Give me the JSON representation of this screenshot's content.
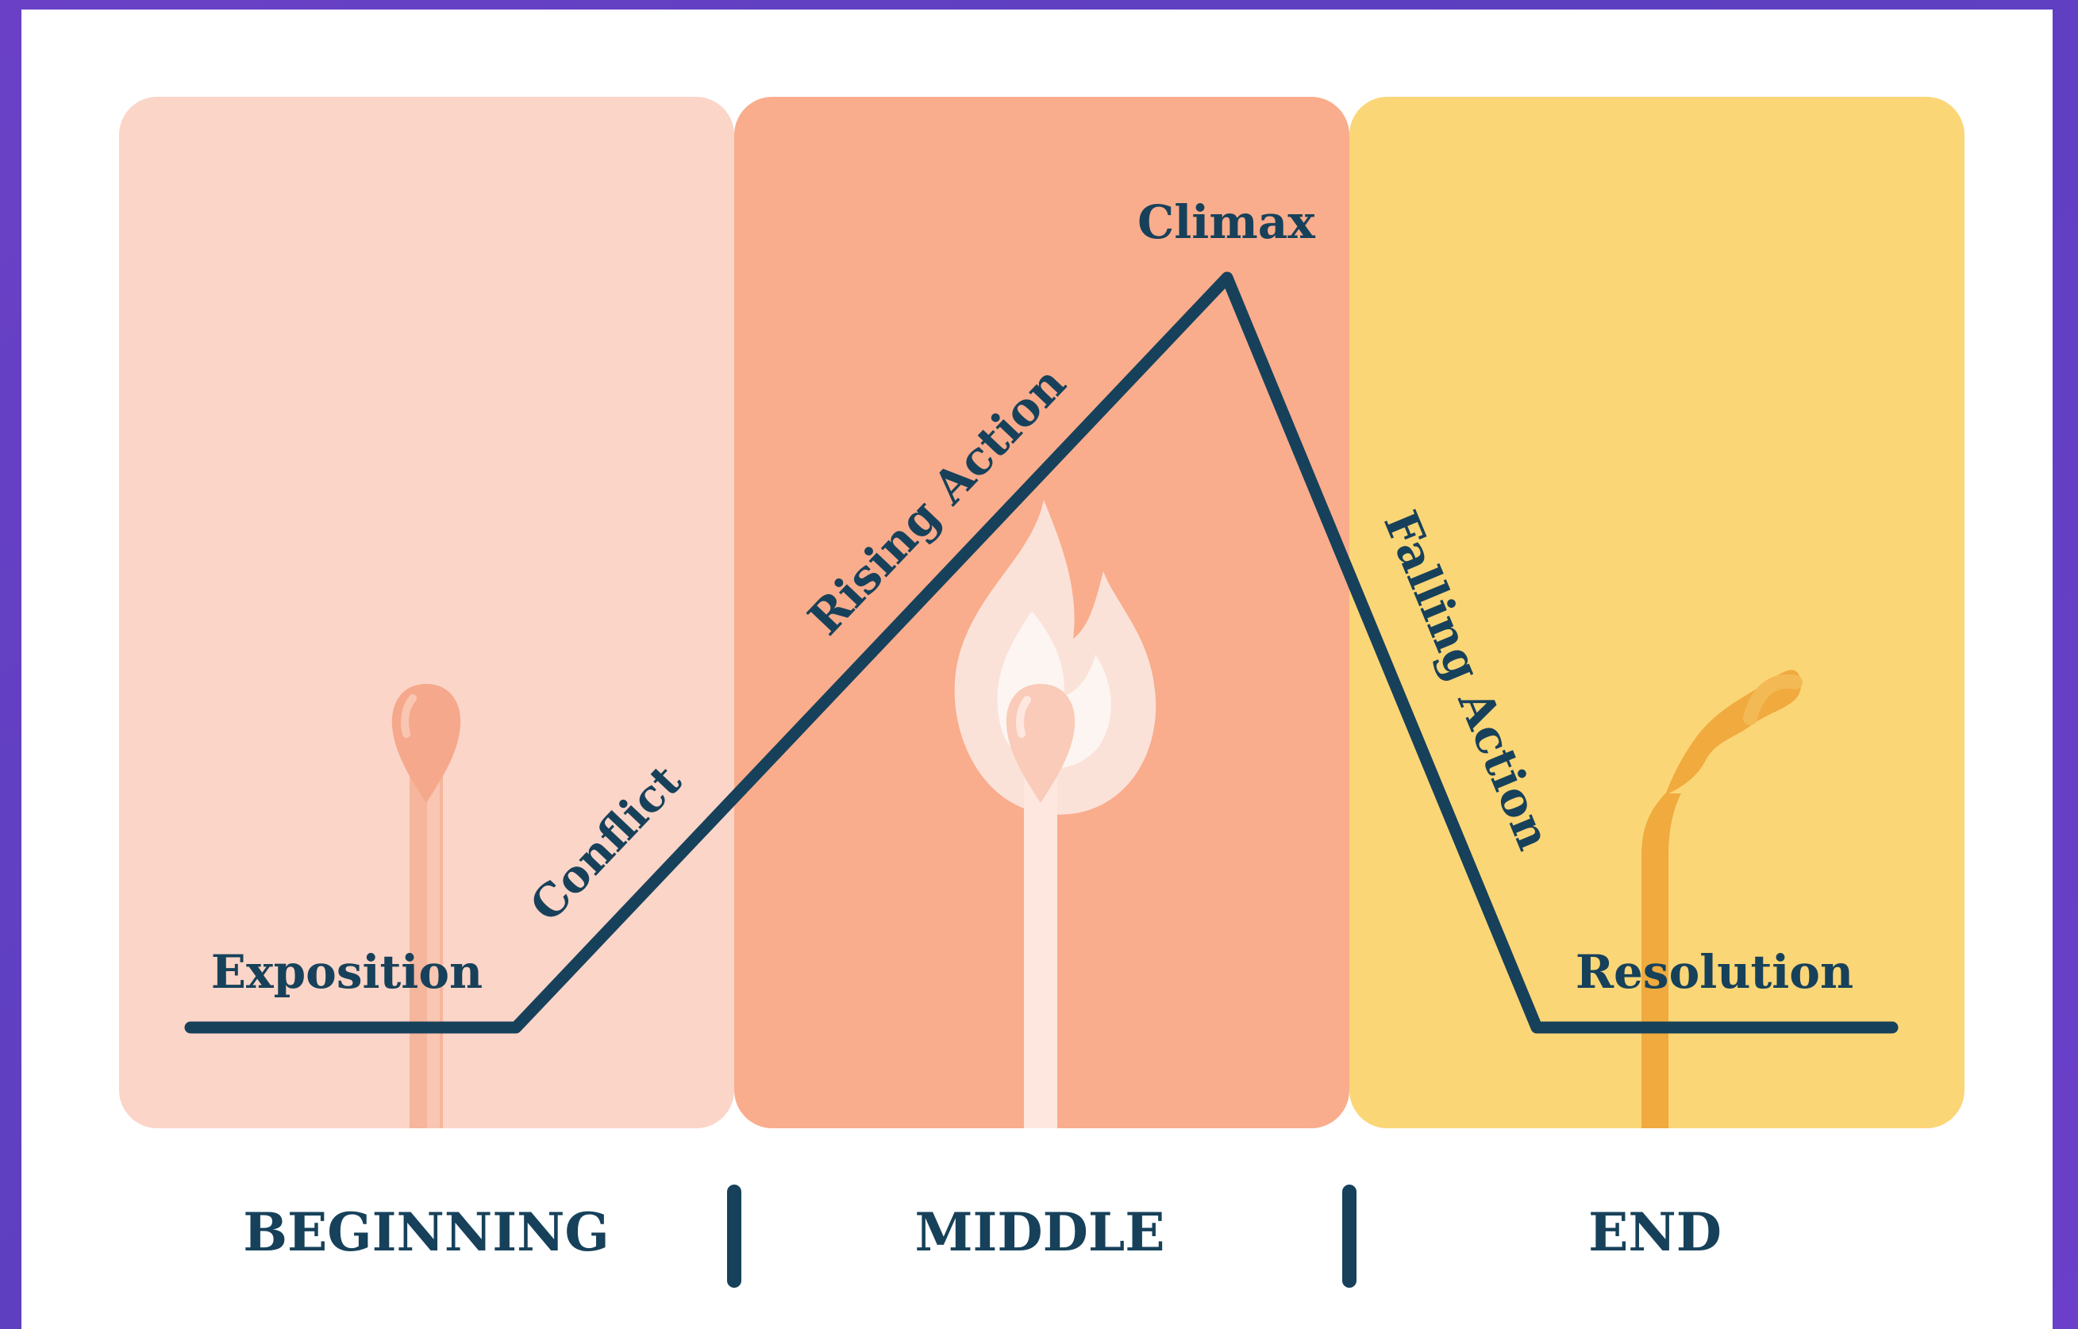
{
  "diagram": {
    "labels": {
      "exposition": "Exposition",
      "conflict": "Conflict",
      "rising_action": "Rising Action",
      "climax": "Climax",
      "falling_action": "Falling Action",
      "resolution": "Resolution"
    },
    "stages": {
      "beginning": "BEGINNING",
      "middle": "MIDDLE",
      "end": "END"
    },
    "colors": {
      "background_purple": "#6a41c6",
      "panel_beginning": "#fbd5c8",
      "panel_middle": "#f9ad8d",
      "panel_end": "#fbd677",
      "line": "#17415a",
      "match_stick_beginning": "#f6b59d",
      "match_stick_end": "#f0aa3e",
      "flame": "#fde9e2"
    },
    "icons": [
      "unlit-match-icon",
      "burning-match-icon",
      "burnt-match-icon"
    ]
  }
}
